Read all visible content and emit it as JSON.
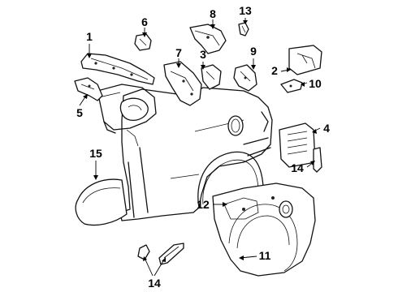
{
  "callouts": [
    {
      "id": "c1",
      "text": "1"
    },
    {
      "id": "c2",
      "text": "2"
    },
    {
      "id": "c3",
      "text": "3"
    },
    {
      "id": "c4",
      "text": "4"
    },
    {
      "id": "c5",
      "text": "5"
    },
    {
      "id": "c6",
      "text": "6"
    },
    {
      "id": "c7",
      "text": "7"
    },
    {
      "id": "c8",
      "text": "8"
    },
    {
      "id": "c9",
      "text": "9"
    },
    {
      "id": "c10",
      "text": "10"
    },
    {
      "id": "c11",
      "text": "11"
    },
    {
      "id": "c12",
      "text": "12"
    },
    {
      "id": "c13",
      "text": "13"
    },
    {
      "id": "c14a",
      "text": "14"
    },
    {
      "id": "c14b",
      "text": "14"
    },
    {
      "id": "c15",
      "text": "15"
    }
  ],
  "colors": {
    "ink": "#000000",
    "background": "#ffffff"
  }
}
